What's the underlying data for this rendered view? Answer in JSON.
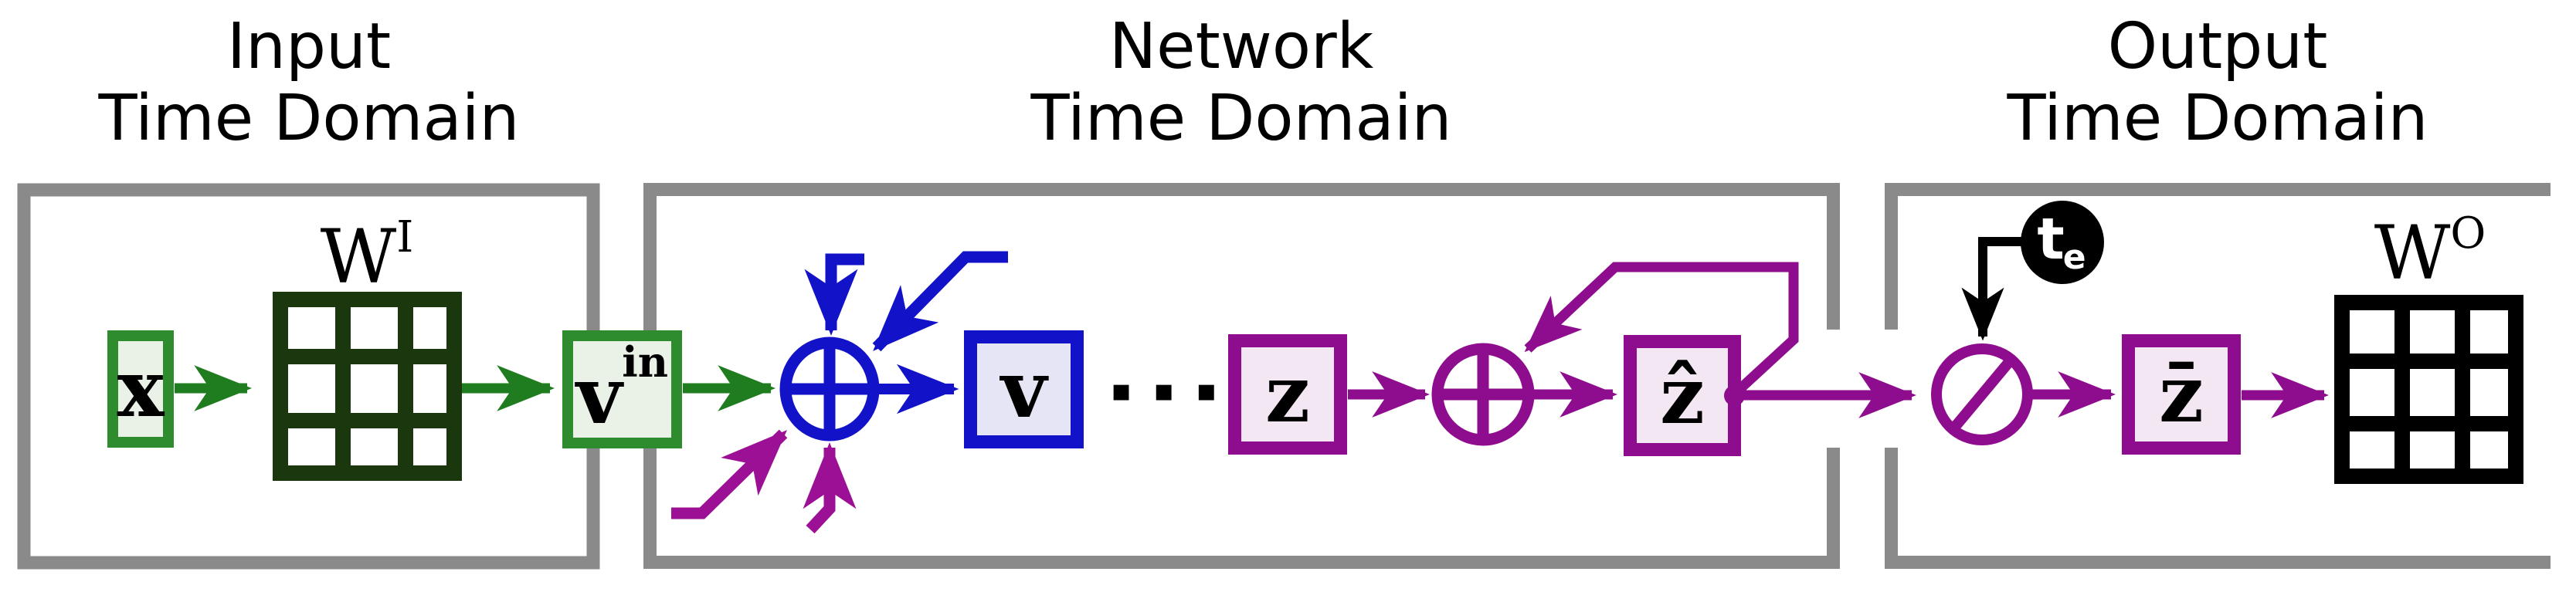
{
  "figure": {
    "panels": {
      "input": {
        "title_line1": "Input",
        "title_line2": "Time Domain"
      },
      "network": {
        "title_line1": "Network",
        "title_line2": "Time Domain"
      },
      "output": {
        "title_line1": "Output",
        "title_line2": "Time Domain"
      }
    },
    "nodes": {
      "x": {
        "label": "x"
      },
      "w_input": {
        "base": "W",
        "sup": "I"
      },
      "v_in": {
        "base": "v",
        "sup": "in"
      },
      "v": {
        "label": "v"
      },
      "ellipsis": {
        "label": "▪▪▪"
      },
      "z": {
        "label": "z"
      },
      "z_hat": {
        "label": "ẑ"
      },
      "z_bar": {
        "label": "z̄"
      },
      "t_e": {
        "base": "t",
        "sub": "e"
      },
      "w_output": {
        "base": "W",
        "sup": "O"
      }
    },
    "icons": {
      "sum_junction_blue": "⊕",
      "sum_junction_purple": "⊕",
      "divide_junction": "⊘"
    },
    "colors": {
      "green_arrow": "#1f7c1f",
      "green_border": "#2e8b2e",
      "green_fill": "#eaf2e8",
      "dark_green": "#1b370d",
      "blue": "#1212c8",
      "blue_fill": "#e5e5f5",
      "purple": "#8e0c8e",
      "magenta": "#9c1095",
      "purple_fill": "#f3e7f3",
      "gray": "#8a8a8a",
      "black": "#000000",
      "white": "#ffffff"
    }
  }
}
